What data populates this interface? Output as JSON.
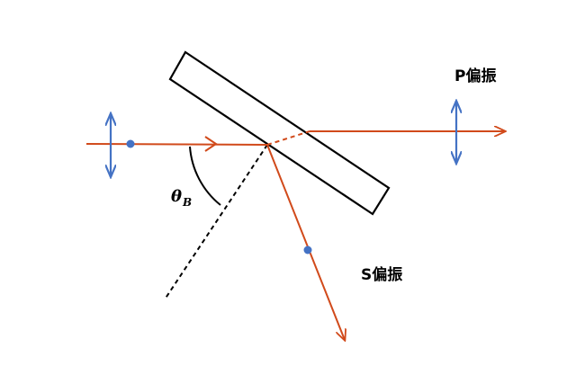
{
  "labels": {
    "p_polarization": "P偏振",
    "s_polarization": "S偏振",
    "angle_symbol": "θ",
    "angle_subscript": "B"
  },
  "colors": {
    "ray": "#d14a1b",
    "polarization_marks": "#4472c4",
    "plate_outline": "#000000",
    "normal_line": "#000000",
    "background": "#ffffff"
  },
  "icons": {
    "incident_polarization": "double-headed-vertical-arrow-with-dot",
    "transmitted_polarization": "double-headed-vertical-arrow",
    "reflected_polarization": "dot"
  }
}
